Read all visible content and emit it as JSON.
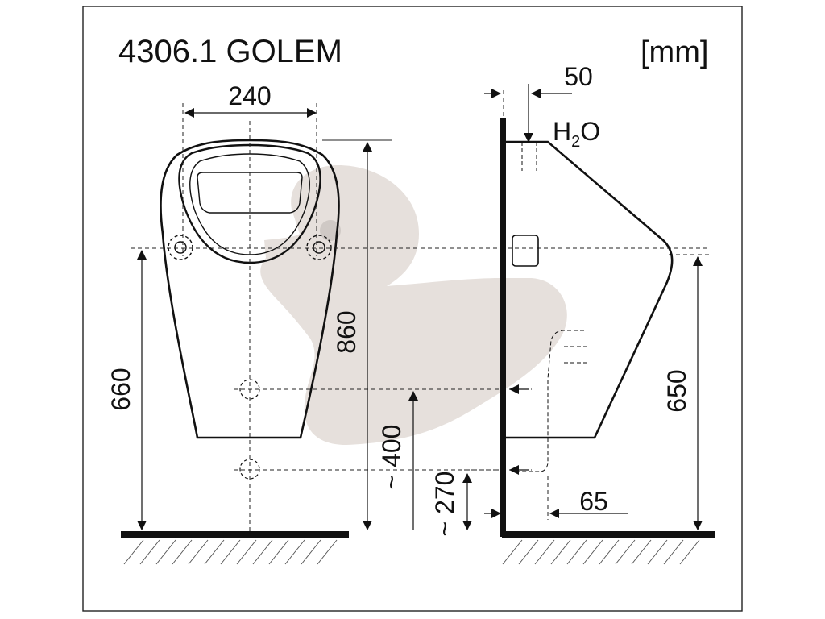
{
  "title": "4306.1 GOLEM",
  "unit": "[mm]",
  "dimensions": {
    "width": "240",
    "outlet_offset": "50",
    "height_total": "860",
    "height_fixing": "660",
    "height_drain": "~ 400",
    "height_supply": "~ 270",
    "wall_offset": "65",
    "height_side": "650"
  },
  "water_label": {
    "main": "H",
    "sub": "2",
    "tail": "O"
  },
  "colors": {
    "line": "#111111",
    "watermark": "#e6e0dc",
    "watermark_eye": "#cfc9c5"
  },
  "icons": [
    "duck-watermark",
    "hatch-floor"
  ]
}
